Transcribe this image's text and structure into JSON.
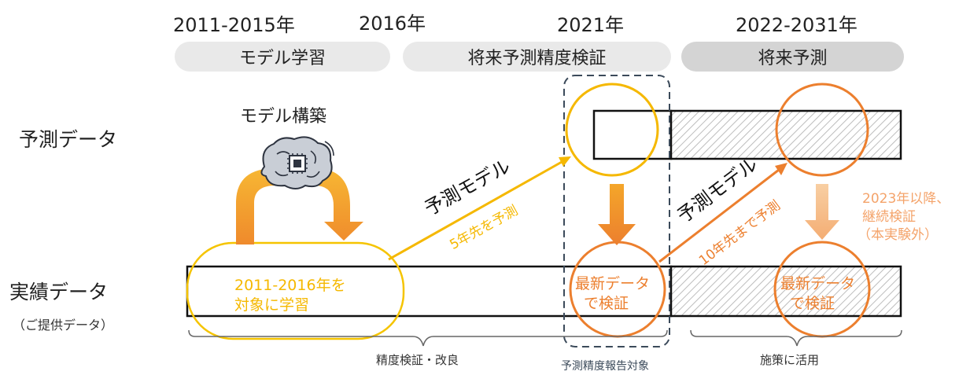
{
  "years": {
    "y1": "2011-2015年",
    "y2": "2016年",
    "y3": "2021年",
    "y4": "2022-2031年"
  },
  "phases": {
    "learn": "モデル学習",
    "verify": "将来予測精度検証",
    "forecast": "将来予測"
  },
  "rows": {
    "prediction": "予測データ",
    "actual": "実績データ",
    "actual_sub": "（ご提供データ）"
  },
  "labels": {
    "model_build": "モデル構築",
    "model1": "予測モデル",
    "model1_sub": "5年先を予測",
    "model2": "予測モデル",
    "model2_sub": "10年先まで予測",
    "train_line1": "2011-2016年を",
    "train_line2": "対象に学習",
    "verify1_line1": "最新データ",
    "verify1_line2": "で検証",
    "verify2_line1": "最新データ",
    "verify2_line2": "で検証",
    "continue_line1": "2023年以降、",
    "continue_line2": "継続検証",
    "continue_line3": "（本実験外）"
  },
  "brackets": {
    "improve": "精度検証・改良",
    "report": "予測精度報告対象",
    "apply": "施策に活用"
  },
  "colors": {
    "yellow": "#f5b800",
    "orange": "#ec7f2e",
    "light_orange": "#f4b07a",
    "pill_gray": "#e9e9e9",
    "pill_dark": "#d4d4d4",
    "dashed": "#3b4a5a"
  }
}
